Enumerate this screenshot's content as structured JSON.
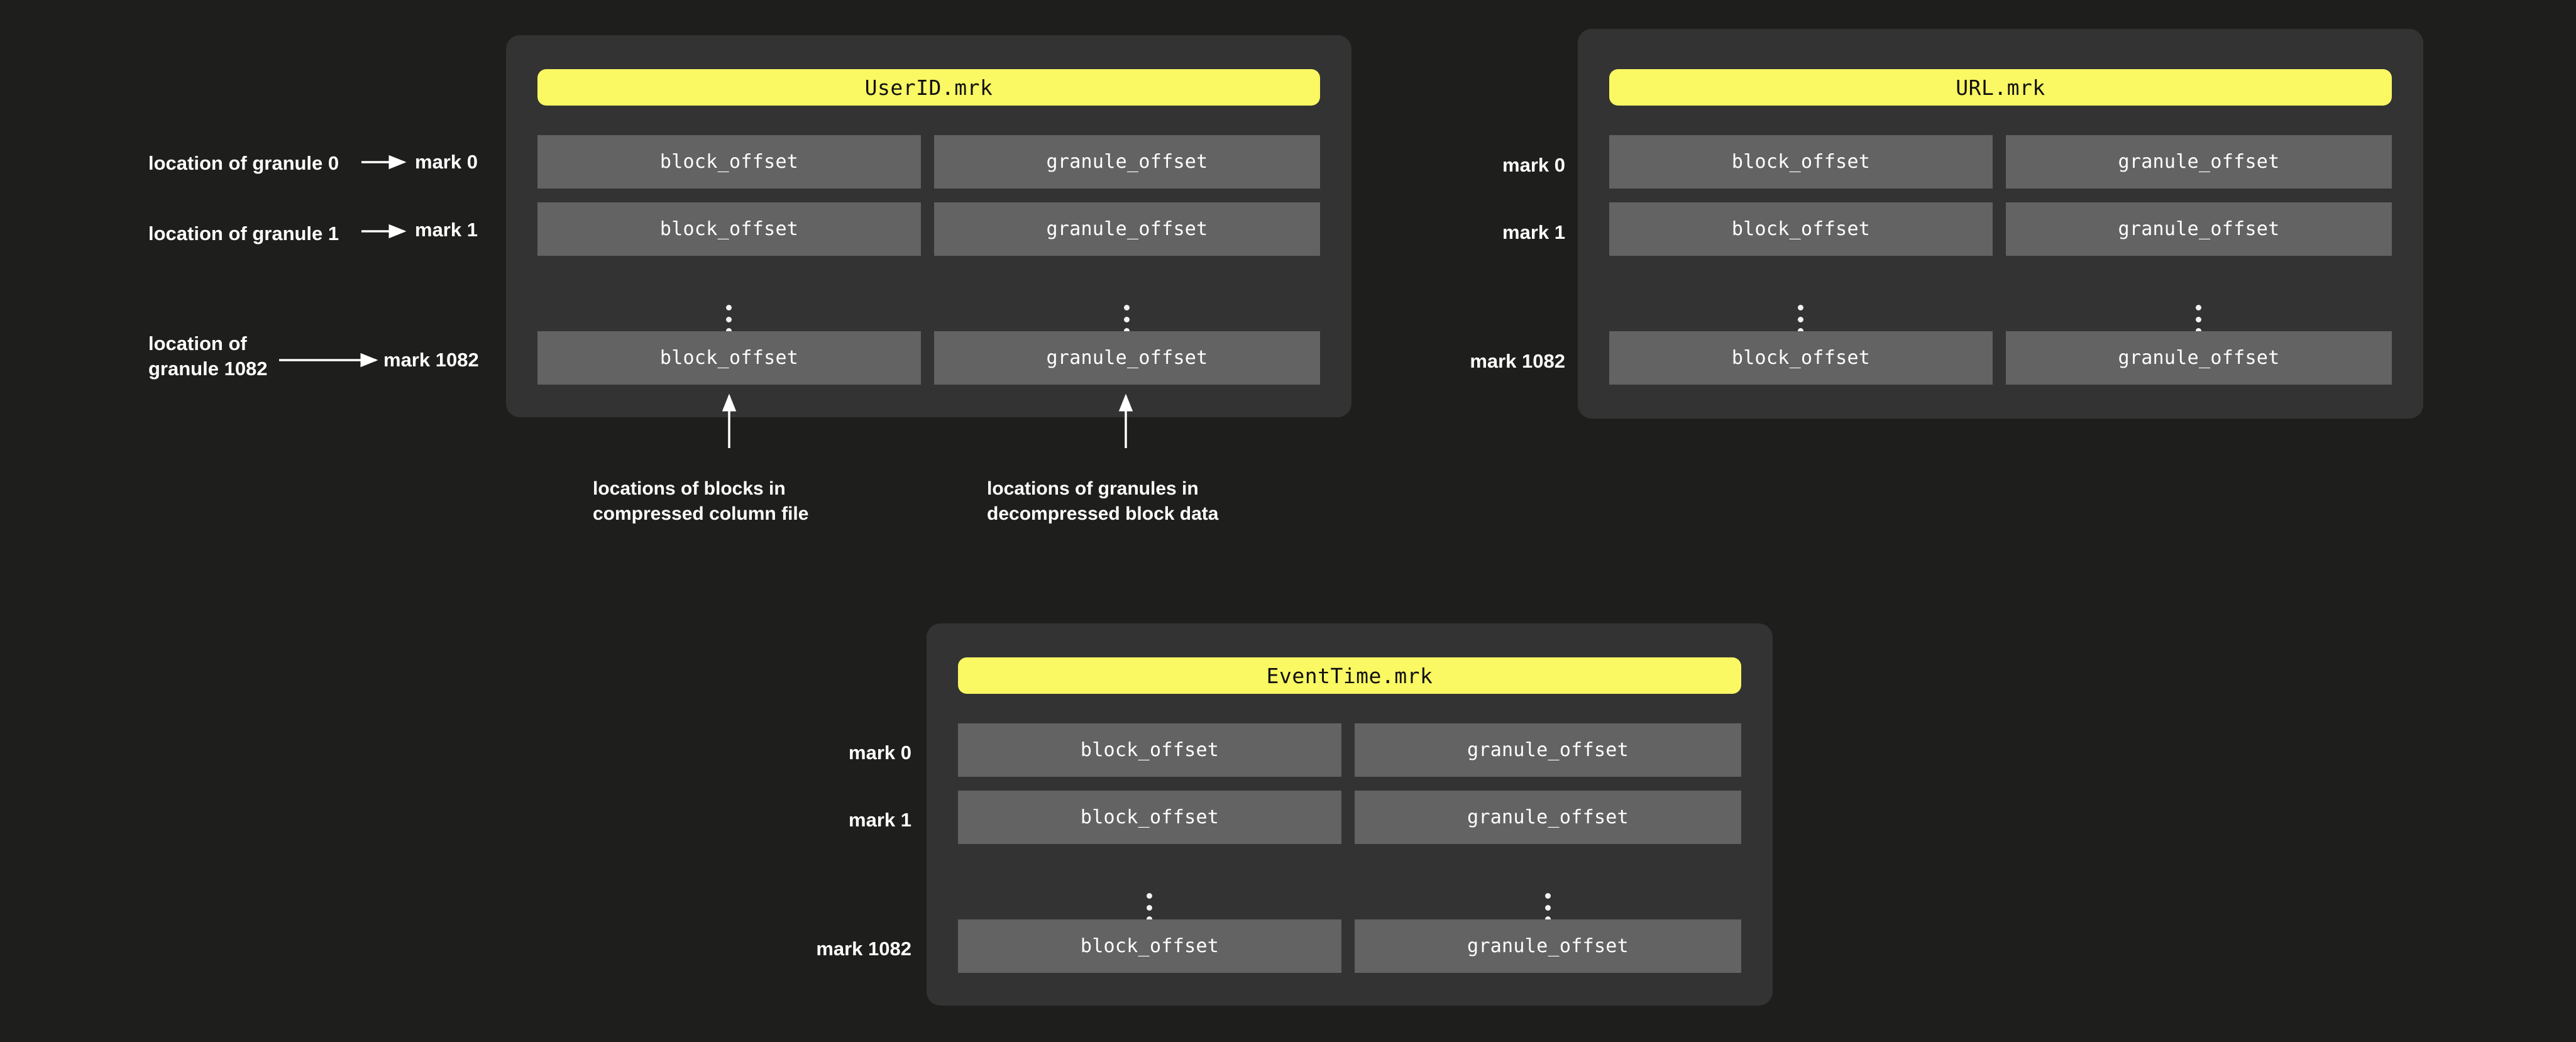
{
  "background_color": "#1e1e1c",
  "panel_color": "#333333",
  "cell_color": "#636363",
  "accent_color": "#FAF863",
  "text_color": "#ffffff",
  "columns": {
    "block_offset": "block_offset",
    "granule_offset": "granule_offset"
  },
  "ellipsis_glyph": "vertical-ellipsis",
  "panels": [
    {
      "id": "userid",
      "title": "UserID.mrk",
      "rows": [
        {
          "mark": "mark 0",
          "block_offset": "block_offset",
          "granule_offset": "granule_offset"
        },
        {
          "mark": "mark 1",
          "block_offset": "block_offset",
          "granule_offset": "granule_offset"
        },
        {
          "mark": "mark 1082",
          "block_offset": "block_offset",
          "granule_offset": "granule_offset"
        }
      ]
    },
    {
      "id": "url",
      "title": "URL.mrk",
      "rows": [
        {
          "mark": "mark 0",
          "block_offset": "block_offset",
          "granule_offset": "granule_offset"
        },
        {
          "mark": "mark 1",
          "block_offset": "block_offset",
          "granule_offset": "granule_offset"
        },
        {
          "mark": "mark 1082",
          "block_offset": "block_offset",
          "granule_offset": "granule_offset"
        }
      ]
    },
    {
      "id": "eventtime",
      "title": "EventTime.mrk",
      "rows": [
        {
          "mark": "mark 0",
          "block_offset": "block_offset",
          "granule_offset": "granule_offset"
        },
        {
          "mark": "mark 1",
          "block_offset": "block_offset",
          "granule_offset": "granule_offset"
        },
        {
          "mark": "mark 1082",
          "block_offset": "block_offset",
          "granule_offset": "granule_offset"
        }
      ]
    }
  ],
  "granule_labels": [
    {
      "text": "location of granule 0"
    },
    {
      "text": "location of granule 1"
    },
    {
      "text": "location of\ngranule 1082"
    }
  ],
  "notes": [
    {
      "text": "locations of blocks in\ncompressed column file"
    },
    {
      "text": "locations of granules in\ndecompressed block data"
    }
  ]
}
